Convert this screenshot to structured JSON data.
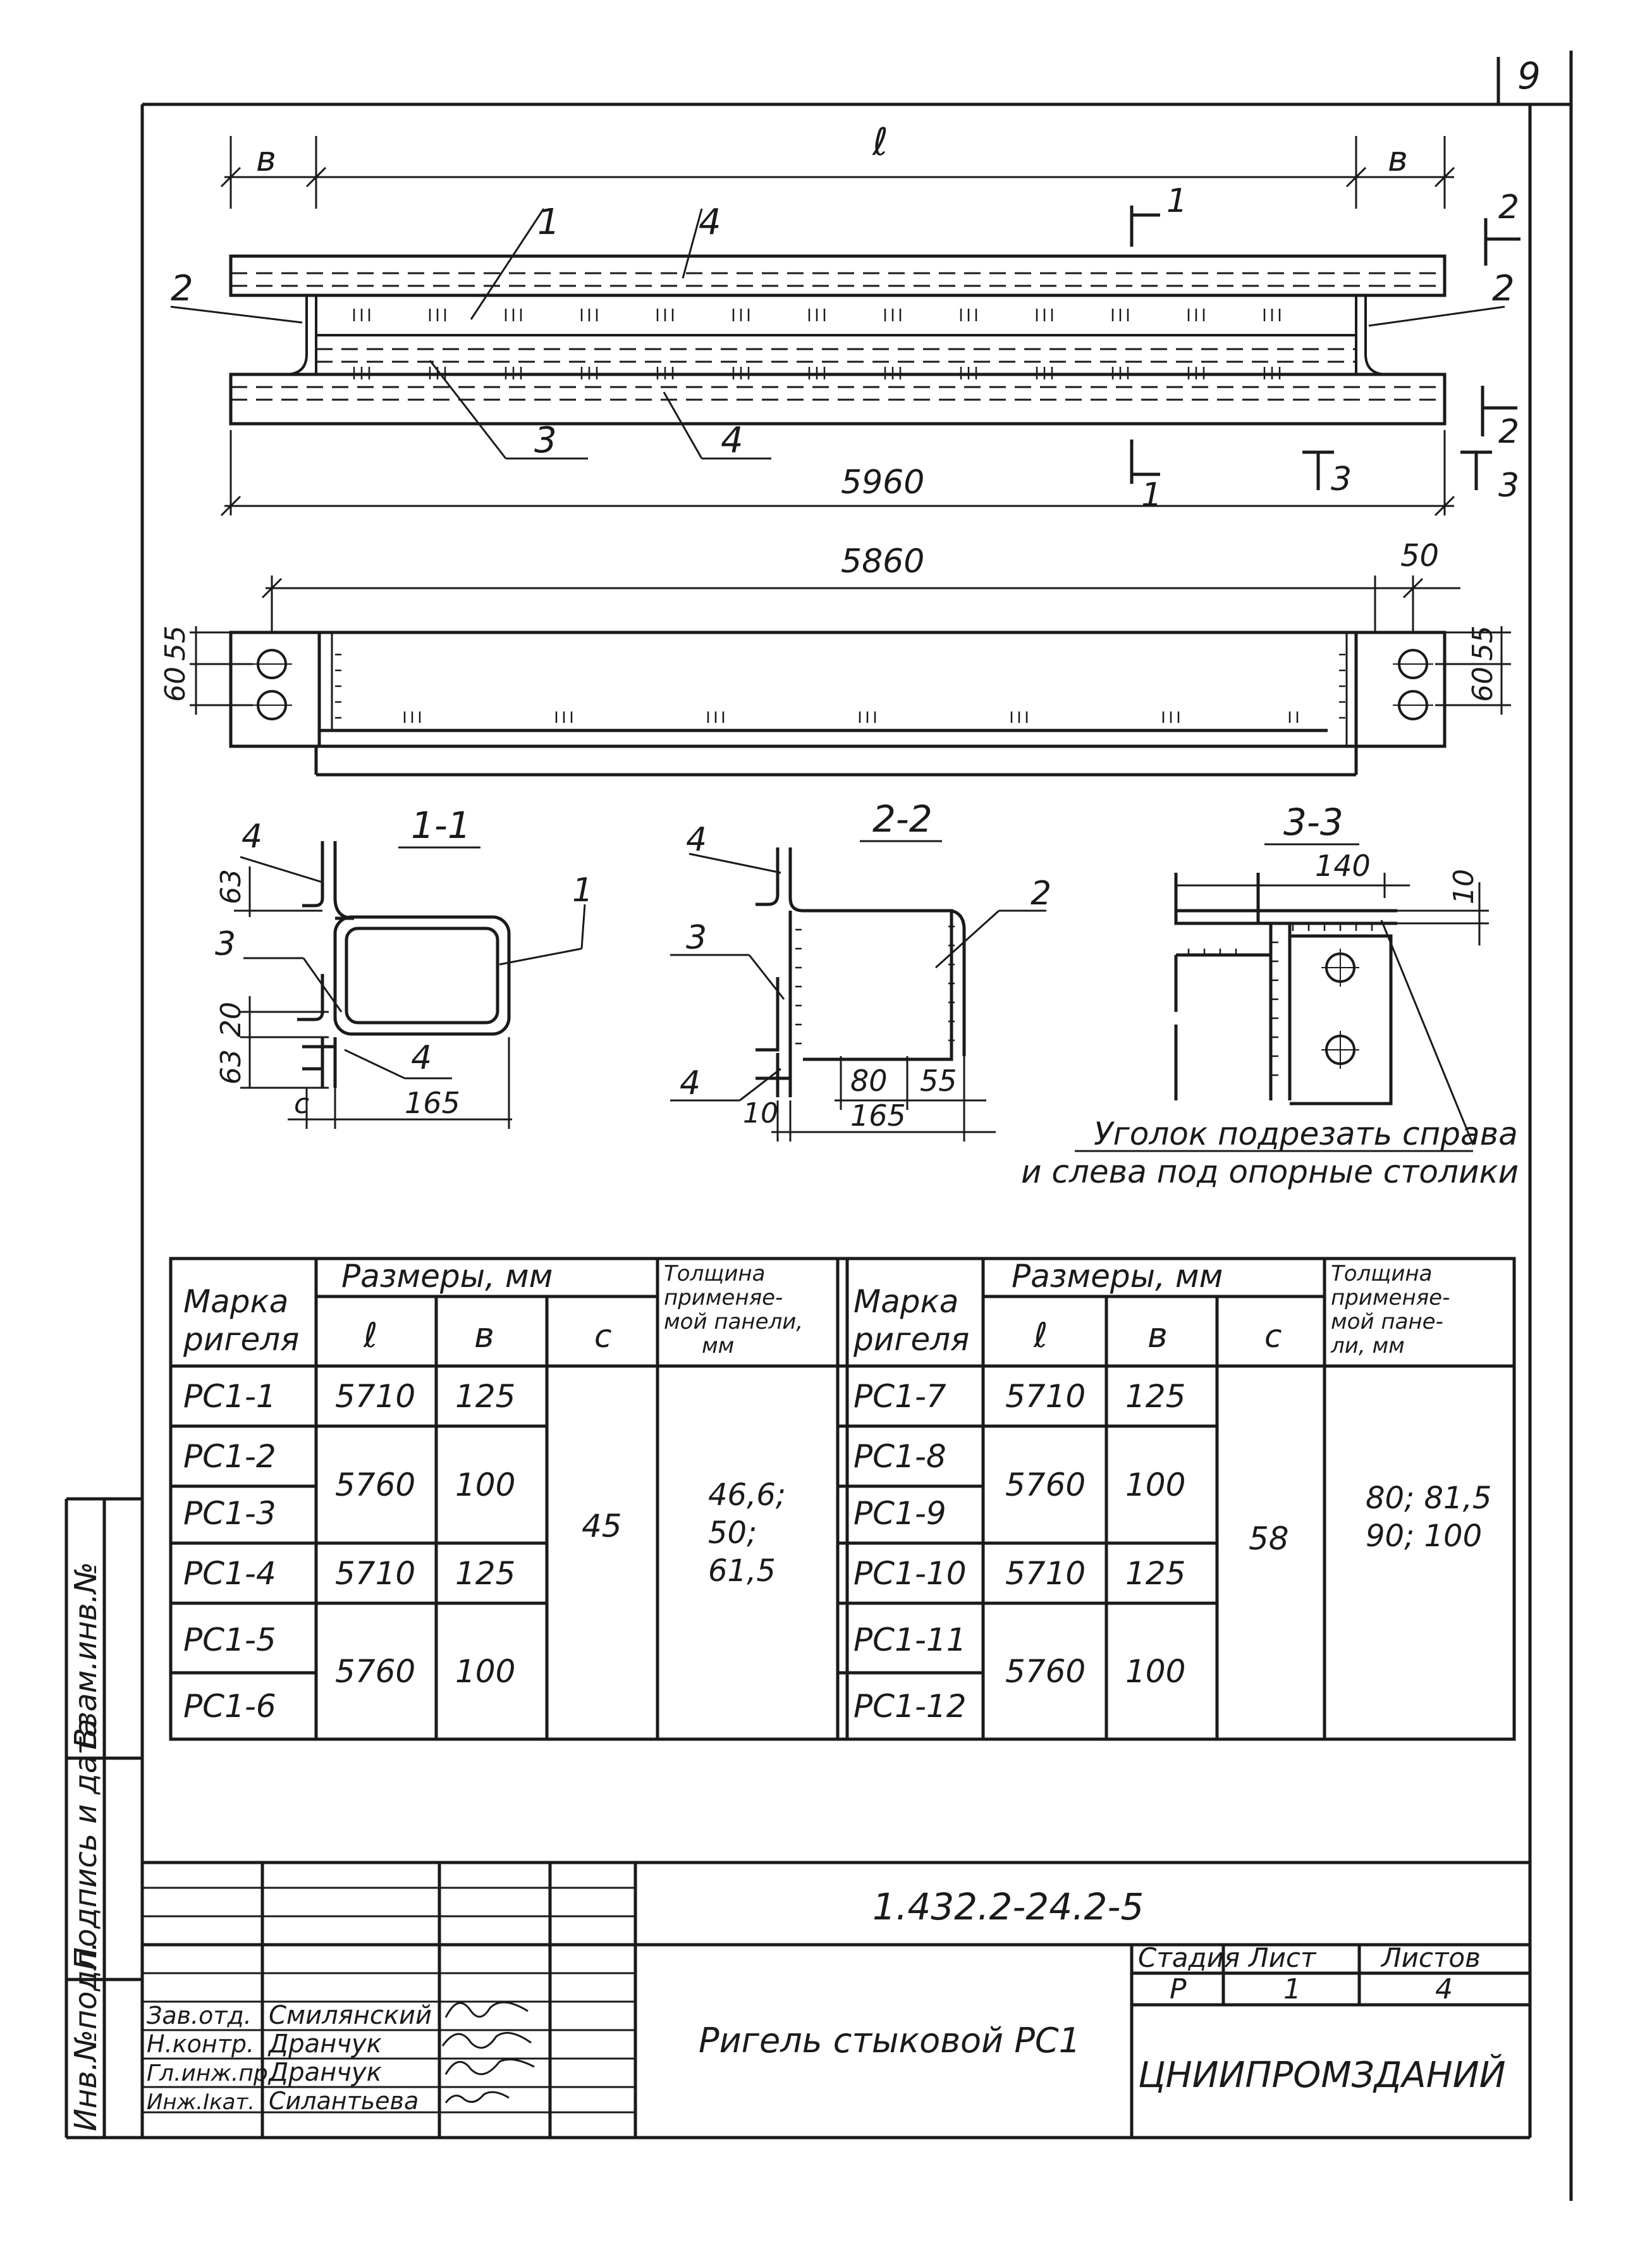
{
  "sheet_number": "9",
  "elevation": {
    "dim_b_left": "в",
    "dim_l": "ℓ",
    "dim_b_right": "в",
    "overall_length": "5960",
    "callouts": [
      "1",
      "2",
      "3",
      "4",
      "4",
      "2"
    ],
    "section_marks": [
      "1",
      "1",
      "2",
      "2",
      "3",
      "3"
    ]
  },
  "plan": {
    "length": "5860",
    "end_width": "50",
    "hole_spacing_left": "60",
    "edge_left": "55",
    "hole_spacing_right": "60",
    "edge_right": "55"
  },
  "sections": {
    "s11": {
      "title": "1-1",
      "dims": [
        "63",
        "20",
        "63",
        "c",
        "165"
      ],
      "callouts": [
        "4",
        "3",
        "4",
        "1"
      ]
    },
    "s22": {
      "title": "2-2",
      "dims": [
        "10",
        "80",
        "55",
        "165"
      ],
      "callouts": [
        "4",
        "3",
        "4",
        "2"
      ]
    },
    "s33": {
      "title": "3-3",
      "dims": [
        "140",
        "10"
      ],
      "note_line1": "Уголок подрезать справа",
      "note_line2": "и слева под опорные столики"
    }
  },
  "table_left": {
    "headers": {
      "mark": "Марка ригеля",
      "sizes": "Размеры, мм",
      "l": "ℓ",
      "b": "в",
      "c": "с",
      "thickness": "Толщина применяе- мой панели, мм"
    },
    "rows": [
      {
        "mark": "РС1-1",
        "l": "5710",
        "b": "125"
      },
      {
        "mark": "РС1-2",
        "l": "5760",
        "b": "100"
      },
      {
        "mark": "РС1-3",
        "l": "",
        "b": ""
      },
      {
        "mark": "РС1-4",
        "l": "5710",
        "b": "125"
      },
      {
        "mark": "РС1-5",
        "l": "5760",
        "b": "100"
      },
      {
        "mark": "РС1-6",
        "l": "",
        "b": ""
      }
    ],
    "c_value": "45",
    "thickness_lines": [
      "46,6;",
      "50;",
      "61,5"
    ]
  },
  "table_right": {
    "headers": {
      "mark": "Марка ригеля",
      "sizes": "Размеры, мм",
      "l": "ℓ",
      "b": "в",
      "c": "с",
      "thickness": "Толщина применяе- мой пане- ли, мм"
    },
    "rows": [
      {
        "mark": "РС1-7",
        "l": "5710",
        "b": "125"
      },
      {
        "mark": "РС1-8",
        "l": "5760",
        "b": "100"
      },
      {
        "mark": "РС1-9",
        "l": "",
        "b": ""
      },
      {
        "mark": "РС1-10",
        "l": "5710",
        "b": "125"
      },
      {
        "mark": "РС1-11",
        "l": "5760",
        "b": "100"
      },
      {
        "mark": "РС1-12",
        "l": "",
        "b": ""
      }
    ],
    "c_value": "58",
    "thickness_lines": [
      "80; 81,5",
      "90; 100"
    ]
  },
  "title_block": {
    "document_code": "1.432.2-24.2-5",
    "title": "Ригель стыковой РС1",
    "stage_label": "Стадия",
    "sheet_label": "Лист",
    "sheets_label": "Листов",
    "stage": "Р",
    "sheet": "1",
    "sheets": "4",
    "organization": "ЦНИИПРОМЗДАНИЙ",
    "staff": [
      {
        "role": "Зав.отд.",
        "name": "Смилянский"
      },
      {
        "role": "Н.контр.",
        "name": "Дранчук"
      },
      {
        "role": "Гл.инж.пр.",
        "name": "Дранчук"
      },
      {
        "role": "Инж.Iкат.",
        "name": "Силантьева"
      }
    ]
  },
  "side_stamp": {
    "inv_orig": "Инв.№подл.",
    "sign_date": "Подпись и дата",
    "inv_replace": "Взам.инв.№"
  }
}
